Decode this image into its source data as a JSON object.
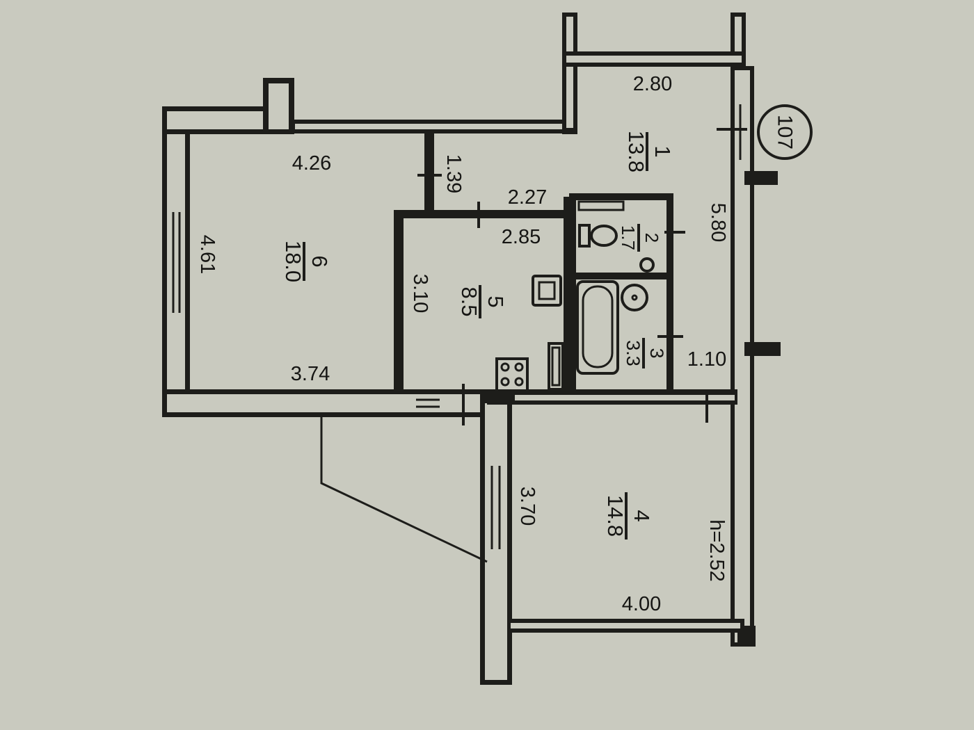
{
  "plan_number": "107",
  "ceiling_height": "h=2.52",
  "rooms": [
    {
      "id": "room-1",
      "number": "1",
      "area": "13.8"
    },
    {
      "id": "room-2",
      "number": "2",
      "area": "1.7"
    },
    {
      "id": "room-3",
      "number": "3",
      "area": "3.3"
    },
    {
      "id": "room-4",
      "number": "4",
      "area": "14.8"
    },
    {
      "id": "room-5",
      "number": "5",
      "area": "8.5"
    },
    {
      "id": "room-6",
      "number": "6",
      "area": "18.0"
    }
  ],
  "dimensions": {
    "d_2_80": "2.80",
    "d_5_80": "5.80",
    "d_4_26": "4.26",
    "d_4_61": "4.61",
    "d_3_74": "3.74",
    "d_1_39": "1.39",
    "d_2_27": "2.27",
    "d_2_85": "2.85",
    "d_3_10": "3.10",
    "d_1_10": "1.10",
    "d_3_70": "3.70",
    "d_4_00": "4.00"
  }
}
